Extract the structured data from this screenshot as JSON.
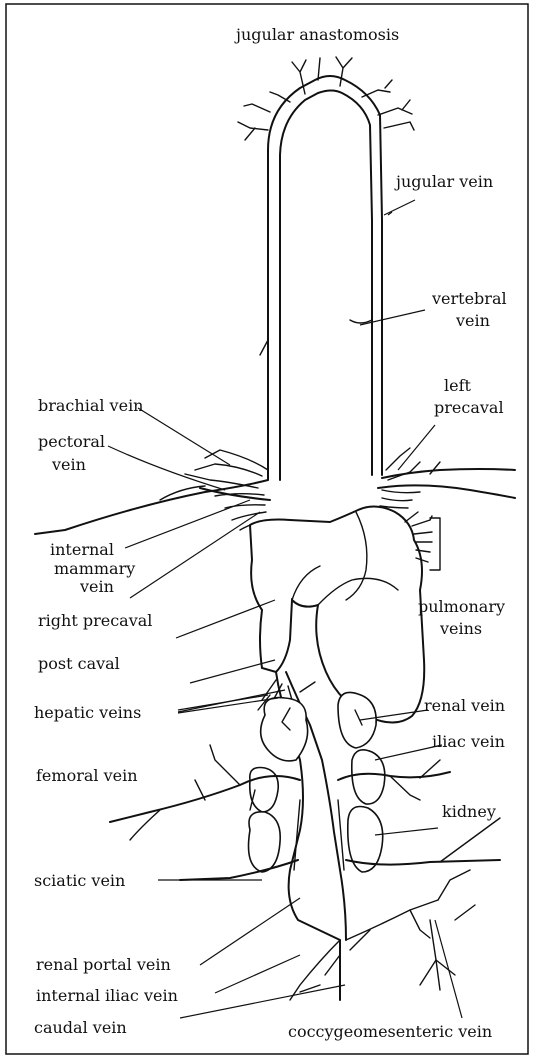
{
  "diagram": {
    "labels": {
      "jugular_anastomosis": "jugular anastomosis",
      "jugular_vein": "jugular vein",
      "vertebral_vein_1": "vertebral",
      "vertebral_vein_2": "vein",
      "left_precaval_1": "left",
      "left_precaval_2": "precaval",
      "brachial_vein": "brachial vein",
      "pectoral_vein_1": "pectoral",
      "pectoral_vein_2": "vein",
      "internal_mammary_1": "internal",
      "internal_mammary_2": "mammary",
      "internal_mammary_3": "vein",
      "right_precaval": "right precaval",
      "pulmonary_veins_1": "pulmonary",
      "pulmonary_veins_2": "veins",
      "post_caval": "post caval",
      "hepatic_veins": "hepatic veins",
      "renal_vein": "renal vein",
      "iliac_vein": "iliac vein",
      "femoral_vein": "femoral vein",
      "kidney": "kidney",
      "sciatic_vein": "sciatic vein",
      "renal_portal_vein": "renal portal vein",
      "internal_iliac_vein": "internal iliac vein",
      "caudal_vein": "caudal vein",
      "coccygeomesenteric_vein": "coccygeomesenteric vein"
    },
    "colors": {
      "ink": "#111111",
      "background": "#ffffff"
    }
  }
}
